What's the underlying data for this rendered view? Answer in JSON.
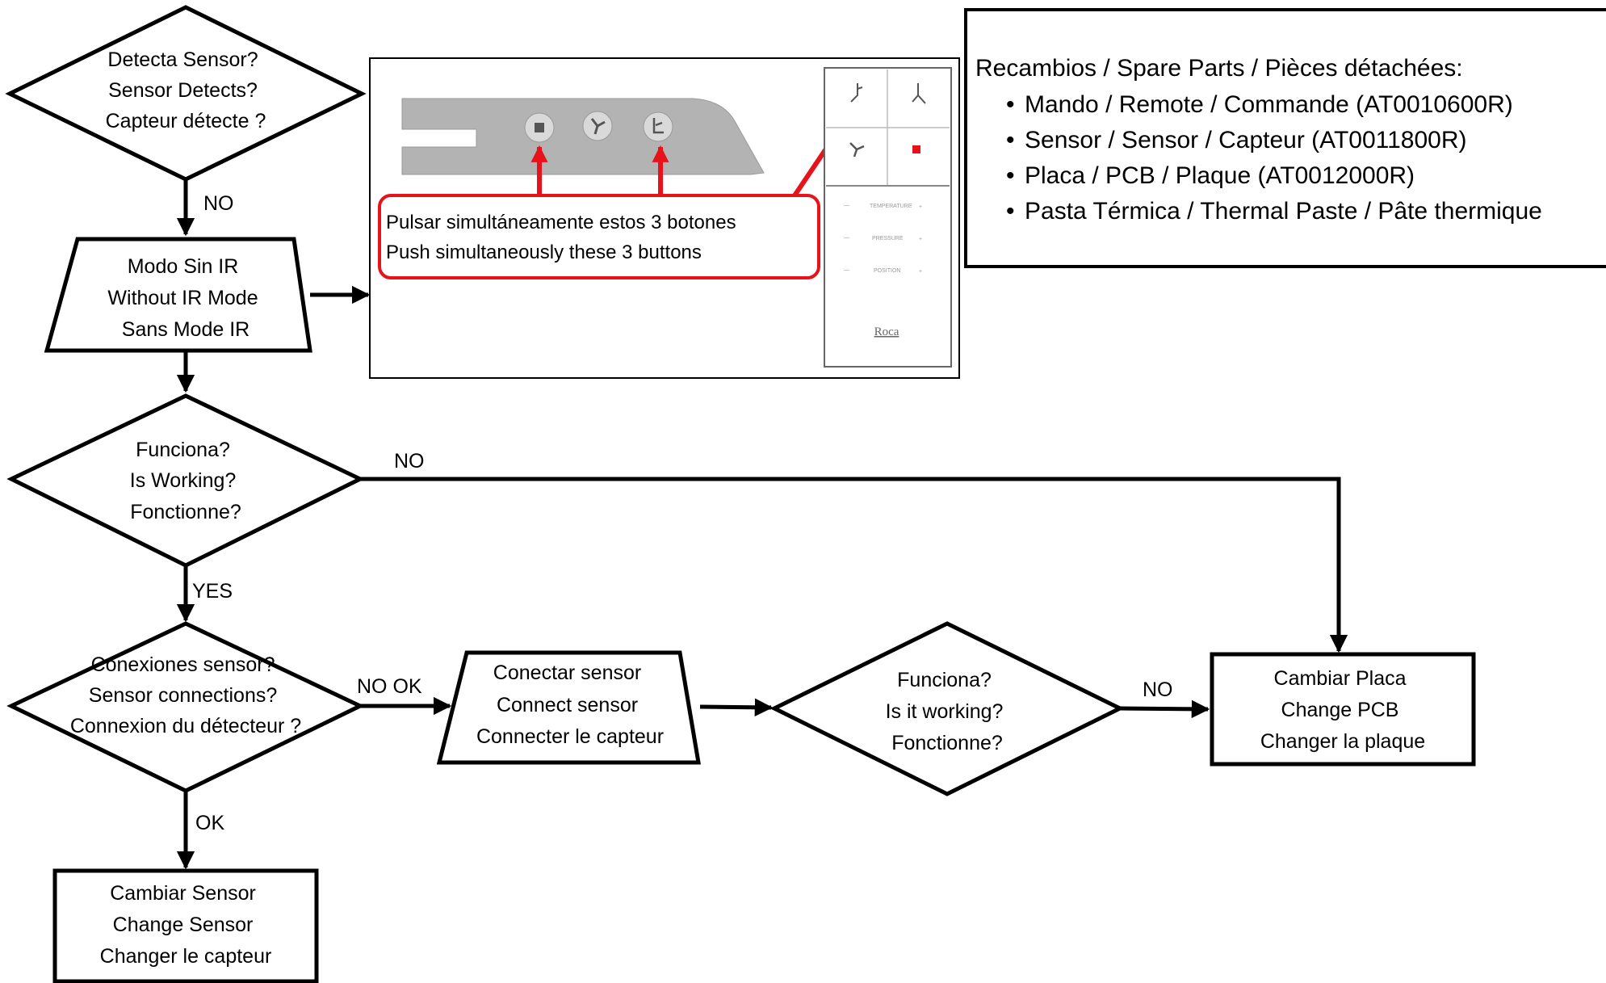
{
  "nodes": {
    "detect_sensor": [
      "Detecta Sensor?",
      "Sensor Detects?",
      "Capteur détecte ?"
    ],
    "without_ir": [
      "Modo Sin IR",
      "Without IR Mode",
      "Sans Mode IR"
    ],
    "working_1": [
      "Funciona?",
      "Is Working?",
      "Fonctionne?"
    ],
    "sensor_connections": [
      "Conexiones sensor?",
      "Sensor connections?",
      "Connexion du détecteur ?"
    ],
    "change_sensor": [
      "Cambiar Sensor",
      "Change Sensor",
      "Changer le capteur"
    ],
    "connect_sensor": [
      "Conectar sensor",
      "Connect sensor",
      "Connecter le capteur"
    ],
    "working_2": [
      "Funciona?",
      "Is it working?",
      "Fonctionne?"
    ],
    "change_pcb": [
      "Cambiar Placa",
      "Change PCB",
      "Changer la plaque"
    ]
  },
  "edges": {
    "detect_no": "NO",
    "working1_no": "NO",
    "working1_yes": "YES",
    "connections_no_ok": "NO OK",
    "connections_ok": "OK",
    "working2_no": "NO"
  },
  "instruction": {
    "line1": "Pulsar simultáneamente  estos 3 botones",
    "line2": "Push simultaneously these 3 buttons",
    "accent_color": "#e8121a"
  },
  "remote_panel": {
    "row_labels": [
      "TEMPERATURE",
      "PRESSURE",
      "POSITION"
    ],
    "brand": "Roca",
    "minus": "—",
    "plus": "+"
  },
  "spare_parts": {
    "title": "Recambios / Spare Parts / Pièces détachées:",
    "items": [
      "Mando / Remote / Commande (AT0010600R)",
      "Sensor / Sensor / Capteur (AT0011800R)",
      "Placa / PCB / Plaque (AT0012000R)",
      "Pasta Térmica / Thermal Paste / Pâte thermique"
    ]
  }
}
